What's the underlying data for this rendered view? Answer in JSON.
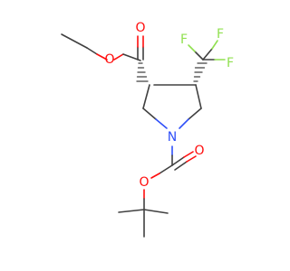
{
  "atoms": {
    "oxygen_ester_single": "O",
    "oxygen_ester_double": "O",
    "fluorine_top": "F",
    "fluorine_left": "F",
    "fluorine_right": "F",
    "nitrogen_ring": "N",
    "oxygen_carbamate_double": "O",
    "oxygen_carbamate_single": "O"
  },
  "colors": {
    "bond": "#404040",
    "oxygen": "#ff0d0d",
    "nitrogen": "#3050f8",
    "fluorine": "#90e050"
  }
}
